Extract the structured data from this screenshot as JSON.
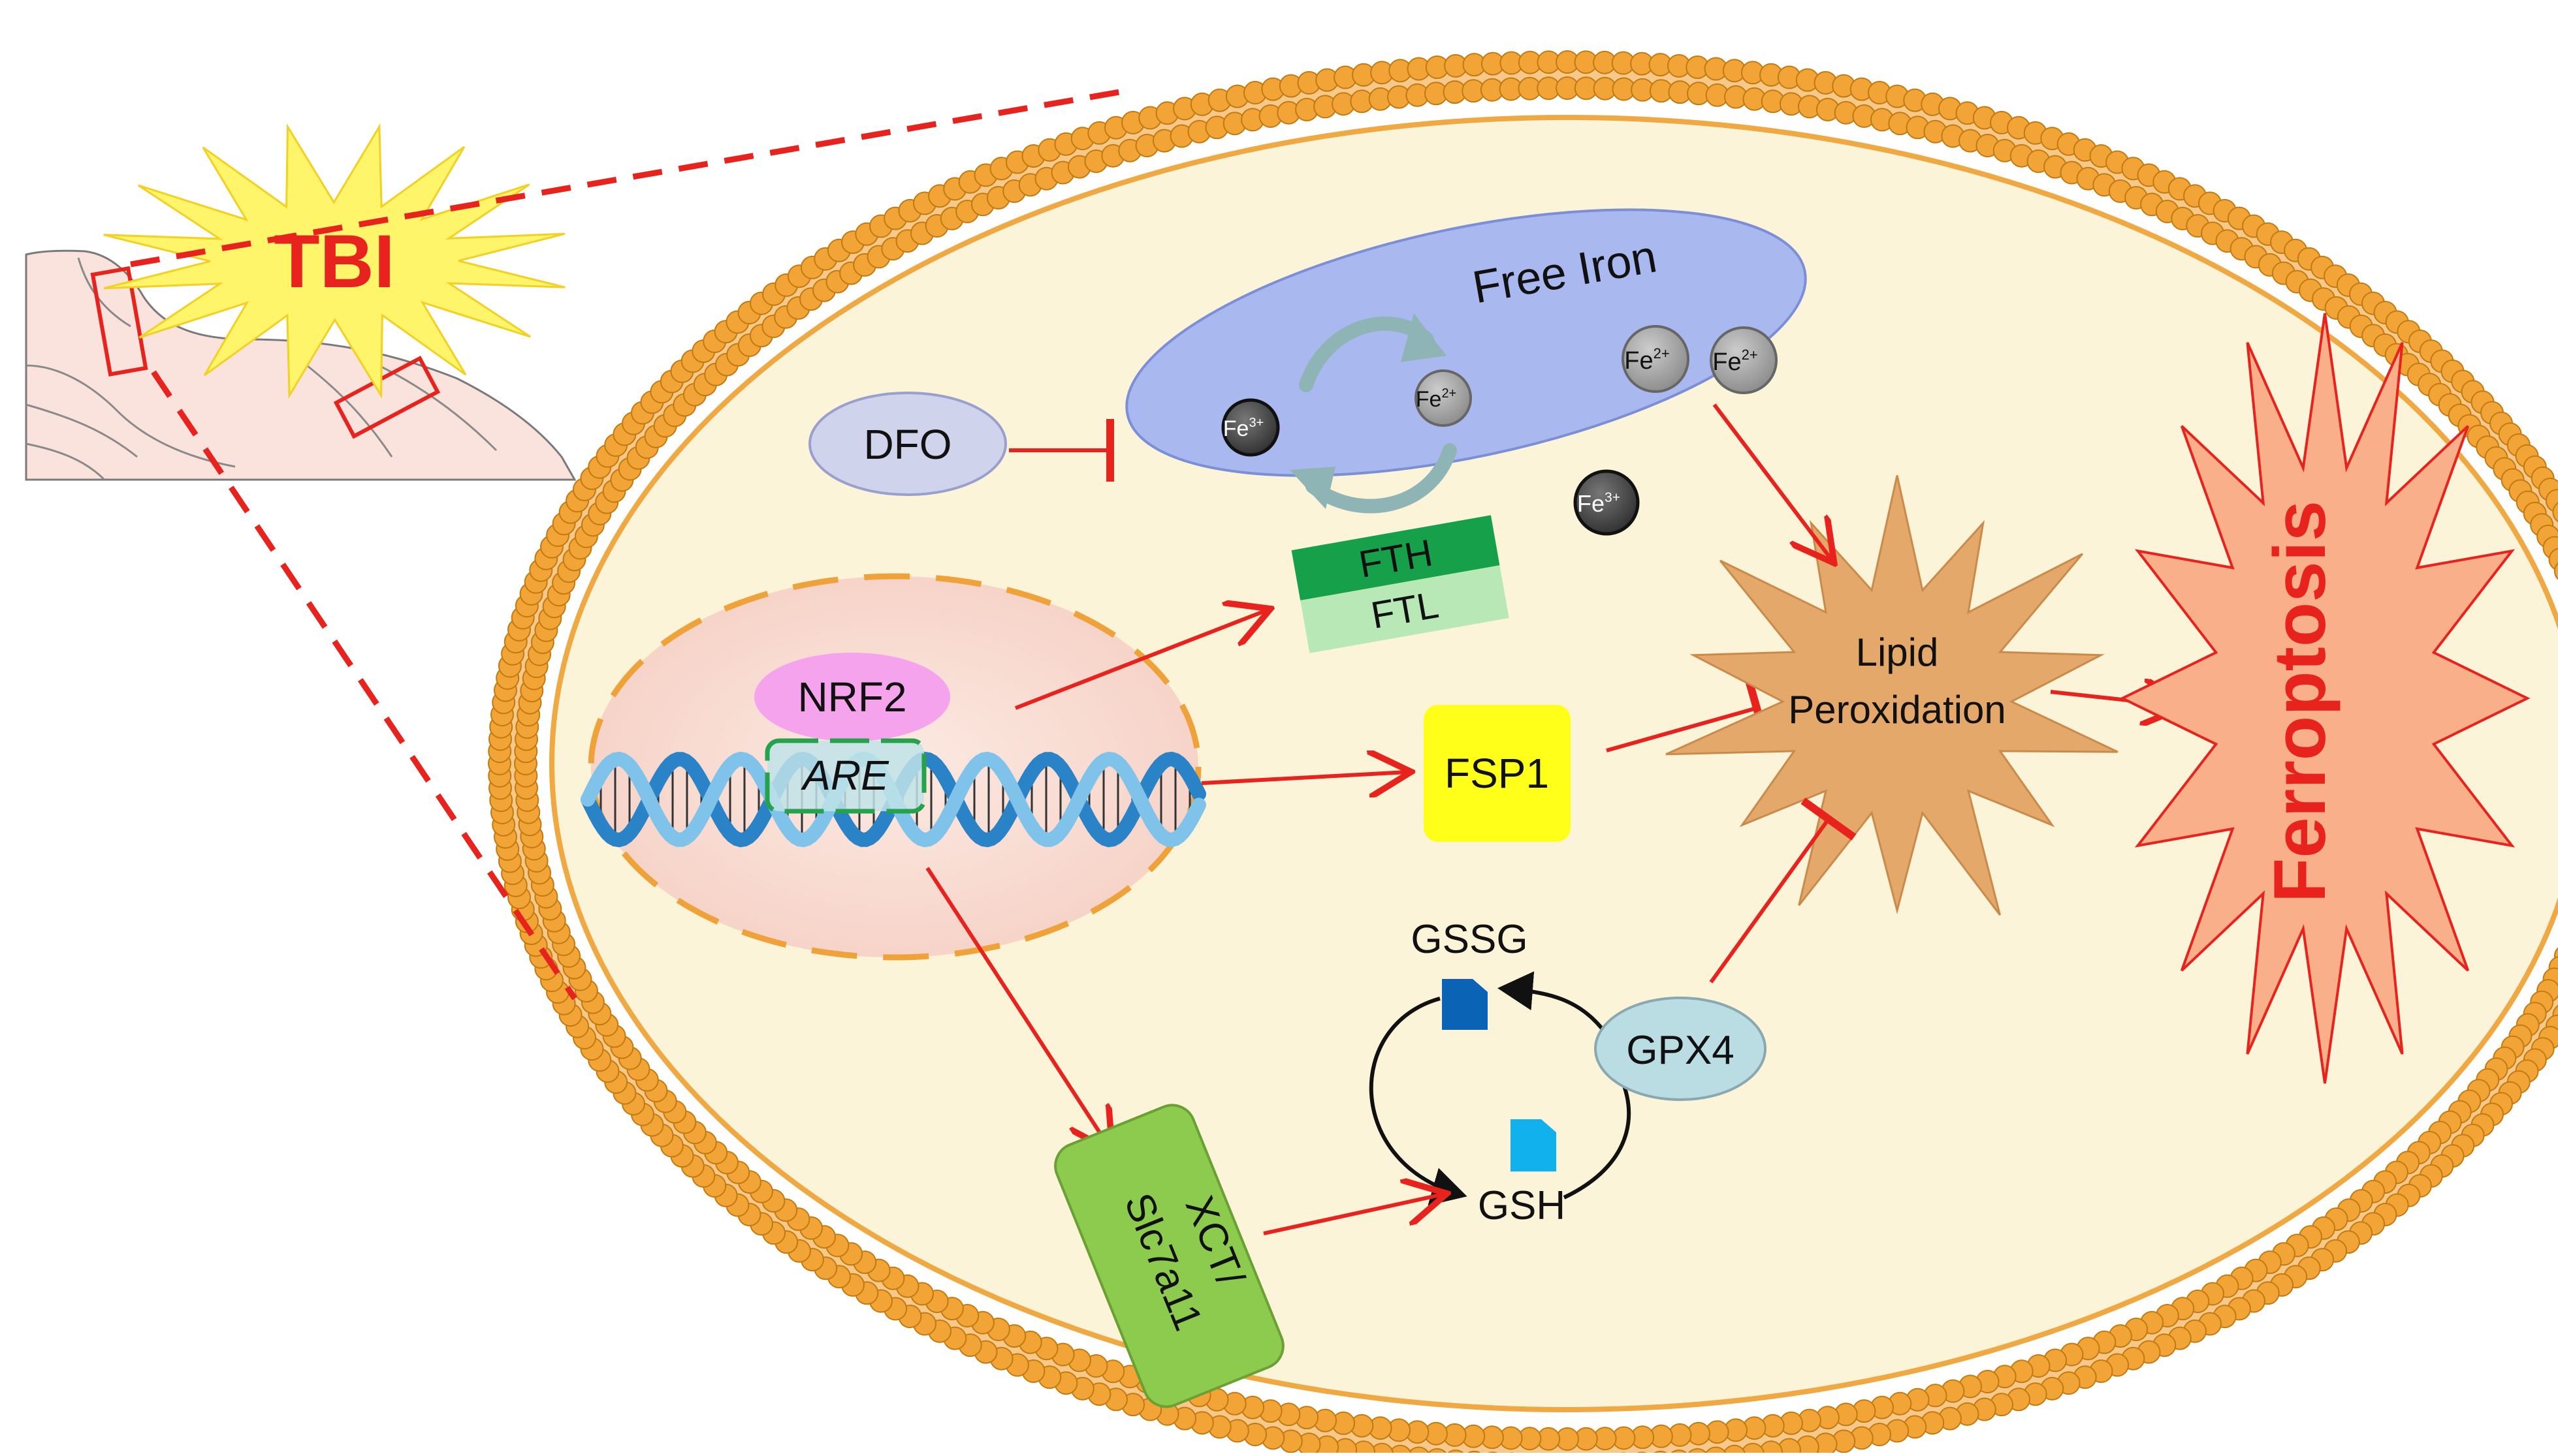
{
  "title": "",
  "colors": {
    "membrane": "#F2A536",
    "membrane_dark": "#C27A10",
    "cytoplasm": "#FBF4D8",
    "nucleus": "#F8DCD2",
    "free_iron_pool": "#A9B9F0",
    "inhibit_arrow": "#E8231E",
    "activate_arrow": "#E8231E",
    "tbi_burst": "#FFF56A",
    "tbi_text": "#E8231E",
    "ferroptosis_burst": "#F9B08A",
    "ferroptosis_text": "#E8231E",
    "lipid_burst": "#E3A86A",
    "fsp1": "#FFFF19",
    "nrf2": "#F4A3EC",
    "are": "#BFE3E7",
    "dfo": "#CFD3EC",
    "gpx4": "#B9DDE2",
    "xct": "#8DCB4F",
    "fth": "#17A04A",
    "ftl": "#B8E8B6",
    "gssg_block": "#0B63B5",
    "gsh_block": "#11B1EE",
    "dna_strand": "#2A83C6"
  },
  "labels": {
    "tbi": "TBI",
    "free_iron": "Free Iron",
    "dfo": "DFO",
    "fth": "FTH",
    "ftl": "FTL",
    "nrf2": "NRF2",
    "are": "ARE",
    "fsp1": "FSP1",
    "lipid_peroxidation_line1": "Lipid",
    "lipid_peroxidation_line2": "Peroxidation",
    "ferroptosis": "Ferroptosis",
    "gssg": "GSSG",
    "gsh": "GSH",
    "gpx4": "GPX4",
    "xct_line1": "XCT/",
    "xct_line2": "Slc7a11"
  },
  "iron_ions": {
    "fe3_base": "Fe",
    "fe3_charge": "3+",
    "fe2_base": "Fe",
    "fe2_charge": "2+"
  },
  "relations": [
    {
      "from": "DFO",
      "to": "Free Iron",
      "type": "inhibits"
    },
    {
      "from": "Fe2+",
      "to": "Lipid Peroxidation",
      "type": "promotes"
    },
    {
      "from": "NRF2",
      "to": "FTH/FTL",
      "type": "promotes"
    },
    {
      "from": "NRF2",
      "to": "FSP1",
      "type": "promotes"
    },
    {
      "from": "NRF2",
      "to": "XCT/Slc7a11",
      "type": "promotes"
    },
    {
      "from": "FSP1",
      "to": "Lipid Peroxidation",
      "type": "inhibits"
    },
    {
      "from": "GPX4",
      "to": "Lipid Peroxidation",
      "type": "inhibits"
    },
    {
      "from": "XCT/Slc7a11",
      "to": "GSH",
      "type": "promotes"
    },
    {
      "from": "Lipid Peroxidation",
      "to": "Ferroptosis",
      "type": "promotes"
    }
  ]
}
